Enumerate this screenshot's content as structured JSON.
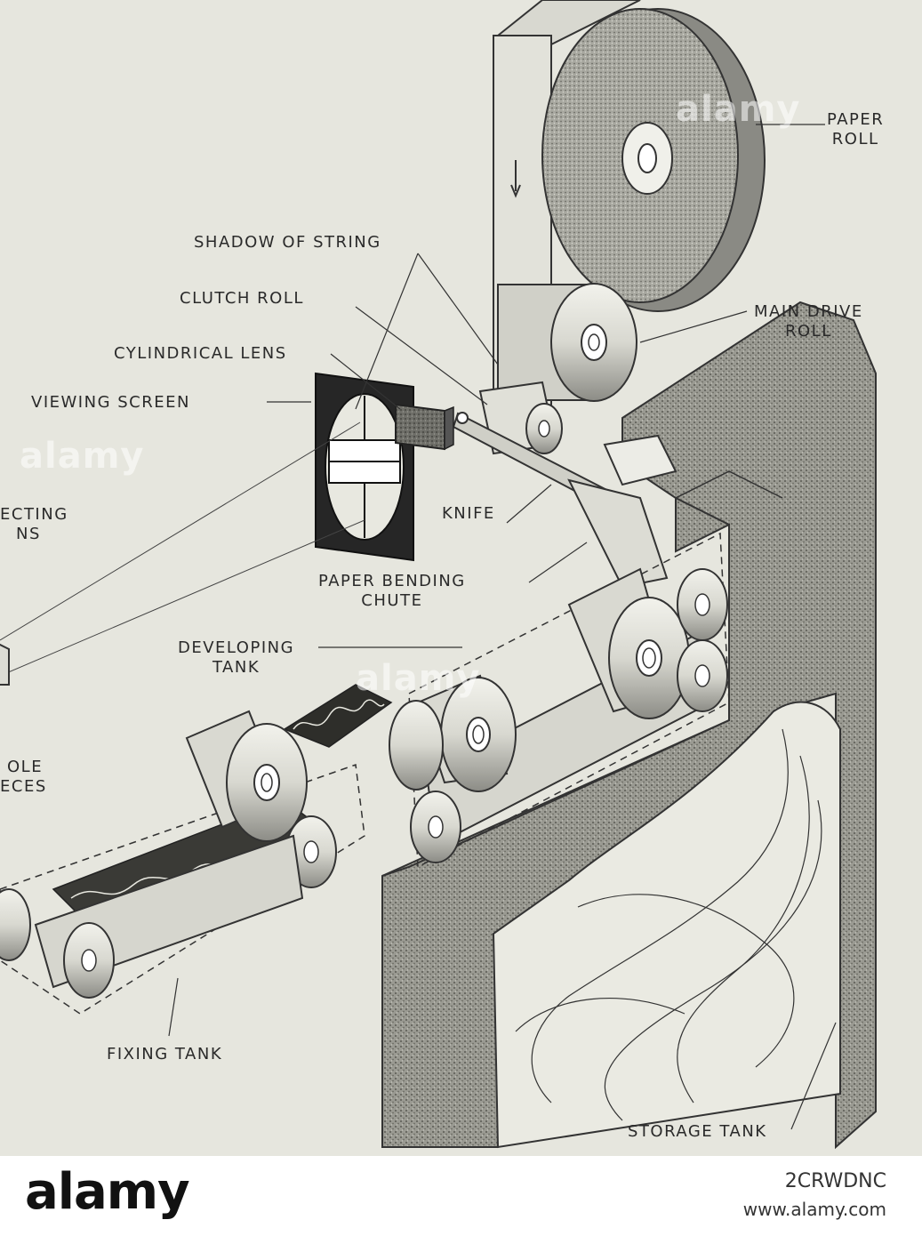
{
  "labels": {
    "paper_roll": [
      "PAPER",
      "ROLL"
    ],
    "shadow_of_string": "SHADOW OF STRING",
    "clutch_roll": "CLUTCH ROLL",
    "main_drive_roll": [
      "MAIN DRIVE",
      "ROLL"
    ],
    "cylindrical_lens": "CYLINDRICAL LENS",
    "viewing_screen": "VIEWING SCREEN",
    "projecting_lens": [
      "ECTING",
      "NS"
    ],
    "knife": "KNIFE",
    "paper_bending_chute": [
      "PAPER BENDING",
      "CHUTE"
    ],
    "developing_tank": [
      "DEVELOPING",
      "TANK"
    ],
    "pole_pieces": [
      "OLE",
      "ECES"
    ],
    "fixing_tank": "FIXING TANK",
    "storage_tank": "STORAGE TANK"
  },
  "watermark": {
    "text": "alamy",
    "image_id": "2CRWDNC",
    "url": "www.alamy.com"
  }
}
